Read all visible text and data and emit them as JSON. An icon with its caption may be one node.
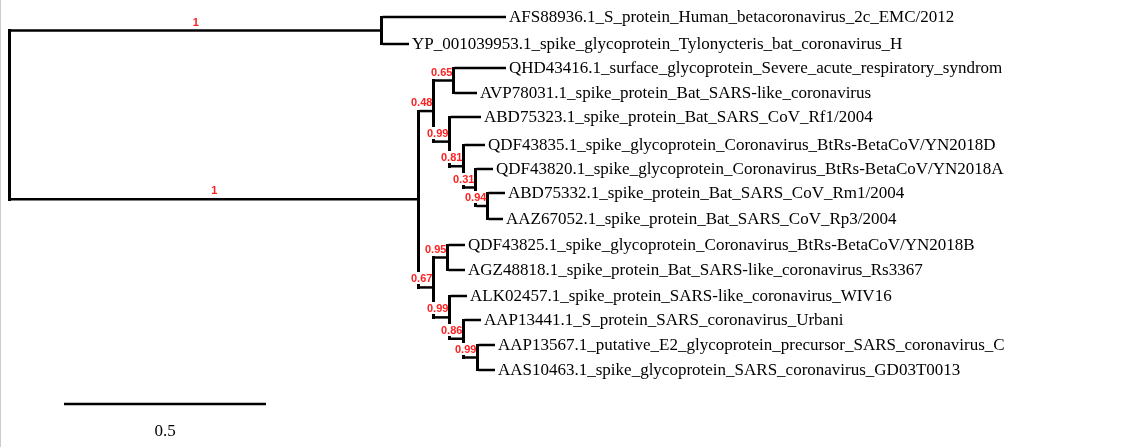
{
  "diagram": {
    "nodes": [
      {
        "text": [],
        "shape": "bar"
      },
      {
        "text": [],
        "shape": "bar"
      },
      {
        "text": [
          "AFS88936.1_S_protein_Human_betacoronavirus_2c_EMC/2012"
        ]
      },
      {
        "text": [
          "YP_001039953.1_spike_glycoprotein_Tylonycteris_bat_coronavirus_H"
        ]
      },
      {
        "text": [],
        "shape": "bar"
      },
      {
        "text": [],
        "shape": "bar",
        "beside": [
          "0.48"
        ]
      },
      {
        "text": [],
        "shape": "bar",
        "beside": [
          "0.65"
        ]
      },
      {
        "text": [
          "QHD43416.1_surface_glycoprotein_Severe_acute_respiratory_syndrom"
        ]
      },
      {
        "text": [
          "AVP78031.1_spike_protein_Bat_SARS-like_coronavirus"
        ]
      },
      {
        "text": [],
        "shape": "bar",
        "beside": [
          "0.99"
        ]
      },
      {
        "text": [
          "ABD75323.1_spike_protein_Bat_SARS_CoV_Rf1/2004"
        ]
      },
      {
        "text": [],
        "shape": "bar",
        "beside": [
          "0.81"
        ]
      },
      {
        "text": [
          "QDF43835.1_spike_glycoprotein_Coronavirus_BtRs-BetaCoV/YN2018D"
        ]
      },
      {
        "text": [],
        "shape": "bar",
        "beside": [
          "0.31"
        ]
      },
      {
        "text": [
          "QDF43820.1_spike_glycoprotein_Coronavirus_BtRs-BetaCoV/YN2018A"
        ]
      },
      {
        "text": [],
        "shape": "bar",
        "beside": [
          "0.94"
        ]
      },
      {
        "text": [
          "ABD75332.1_spike_protein_Bat_SARS_CoV_Rm1/2004"
        ]
      },
      {
        "text": [
          "AAZ67052.1_spike_protein_Bat_SARS_CoV_Rp3/2004"
        ]
      },
      {
        "text": [],
        "shape": "bar",
        "beside": [
          "0.67"
        ]
      },
      {
        "text": [],
        "shape": "bar",
        "beside": [
          "0.95"
        ]
      },
      {
        "text": [
          "QDF43825.1_spike_glycoprotein_Coronavirus_BtRs-BetaCoV/YN2018B"
        ]
      },
      {
        "text": [
          "AGZ48818.1_spike_protein_Bat_SARS-like_coronavirus_Rs3367"
        ]
      },
      {
        "text": [],
        "shape": "bar",
        "beside": [
          "0.99"
        ]
      },
      {
        "text": [
          "ALK02457.1_spike_protein_SARS-like_coronavirus_WIV16"
        ]
      },
      {
        "text": [],
        "shape": "bar",
        "beside": [
          "0.86"
        ]
      },
      {
        "text": [
          "AAP13441.1_S_protein_SARS_coronavirus_Urbani"
        ]
      },
      {
        "text": [],
        "shape": "bar",
        "beside": [
          "0.99"
        ]
      },
      {
        "text": [
          "AAP13567.1_putative_E2_glycoprotein_precursor_SARS_coronavirus_C"
        ]
      },
      {
        "text": [
          "AAS10463.1_spike_glycoprotein_SARS_coronavirus_GD03T0013"
        ]
      }
    ],
    "edges": [
      {
        "from": 0,
        "to": 1,
        "arrow": "none",
        "label": "1"
      },
      {
        "from": 1,
        "to": 2,
        "arrow": "none"
      },
      {
        "from": 1,
        "to": 3,
        "arrow": "none"
      },
      {
        "from": 0,
        "to": 4,
        "arrow": "none",
        "label": "1"
      },
      {
        "from": 4,
        "to": 5,
        "arrow": "none"
      },
      {
        "from": 5,
        "to": 6,
        "arrow": "none"
      },
      {
        "from": 6,
        "to": 7,
        "arrow": "none"
      },
      {
        "from": 6,
        "to": 8,
        "arrow": "none"
      },
      {
        "from": 5,
        "to": 9,
        "arrow": "none"
      },
      {
        "from": 9,
        "to": 10,
        "arrow": "none"
      },
      {
        "from": 9,
        "to": 11,
        "arrow": "none"
      },
      {
        "from": 11,
        "to": 12,
        "arrow": "none"
      },
      {
        "from": 11,
        "to": 13,
        "arrow": "none"
      },
      {
        "from": 13,
        "to": 14,
        "arrow": "none"
      },
      {
        "from": 13,
        "to": 15,
        "arrow": "none"
      },
      {
        "from": 15,
        "to": 16,
        "arrow": "none"
      },
      {
        "from": 15,
        "to": 17,
        "arrow": "none"
      },
      {
        "from": 4,
        "to": 18,
        "arrow": "none"
      },
      {
        "from": 18,
        "to": 19,
        "arrow": "none"
      },
      {
        "from": 19,
        "to": 20,
        "arrow": "none"
      },
      {
        "from": 19,
        "to": 21,
        "arrow": "none"
      },
      {
        "from": 18,
        "to": 22,
        "arrow": "none"
      },
      {
        "from": 22,
        "to": 23,
        "arrow": "none"
      },
      {
        "from": 22,
        "to": 24,
        "arrow": "none"
      },
      {
        "from": 24,
        "to": 25,
        "arrow": "none"
      },
      {
        "from": 24,
        "to": 26,
        "arrow": "none"
      },
      {
        "from": 26,
        "to": 27,
        "arrow": "none"
      },
      {
        "from": 26,
        "to": 28,
        "arrow": "none"
      }
    ],
    "labels": [
      "0.5"
    ]
  }
}
